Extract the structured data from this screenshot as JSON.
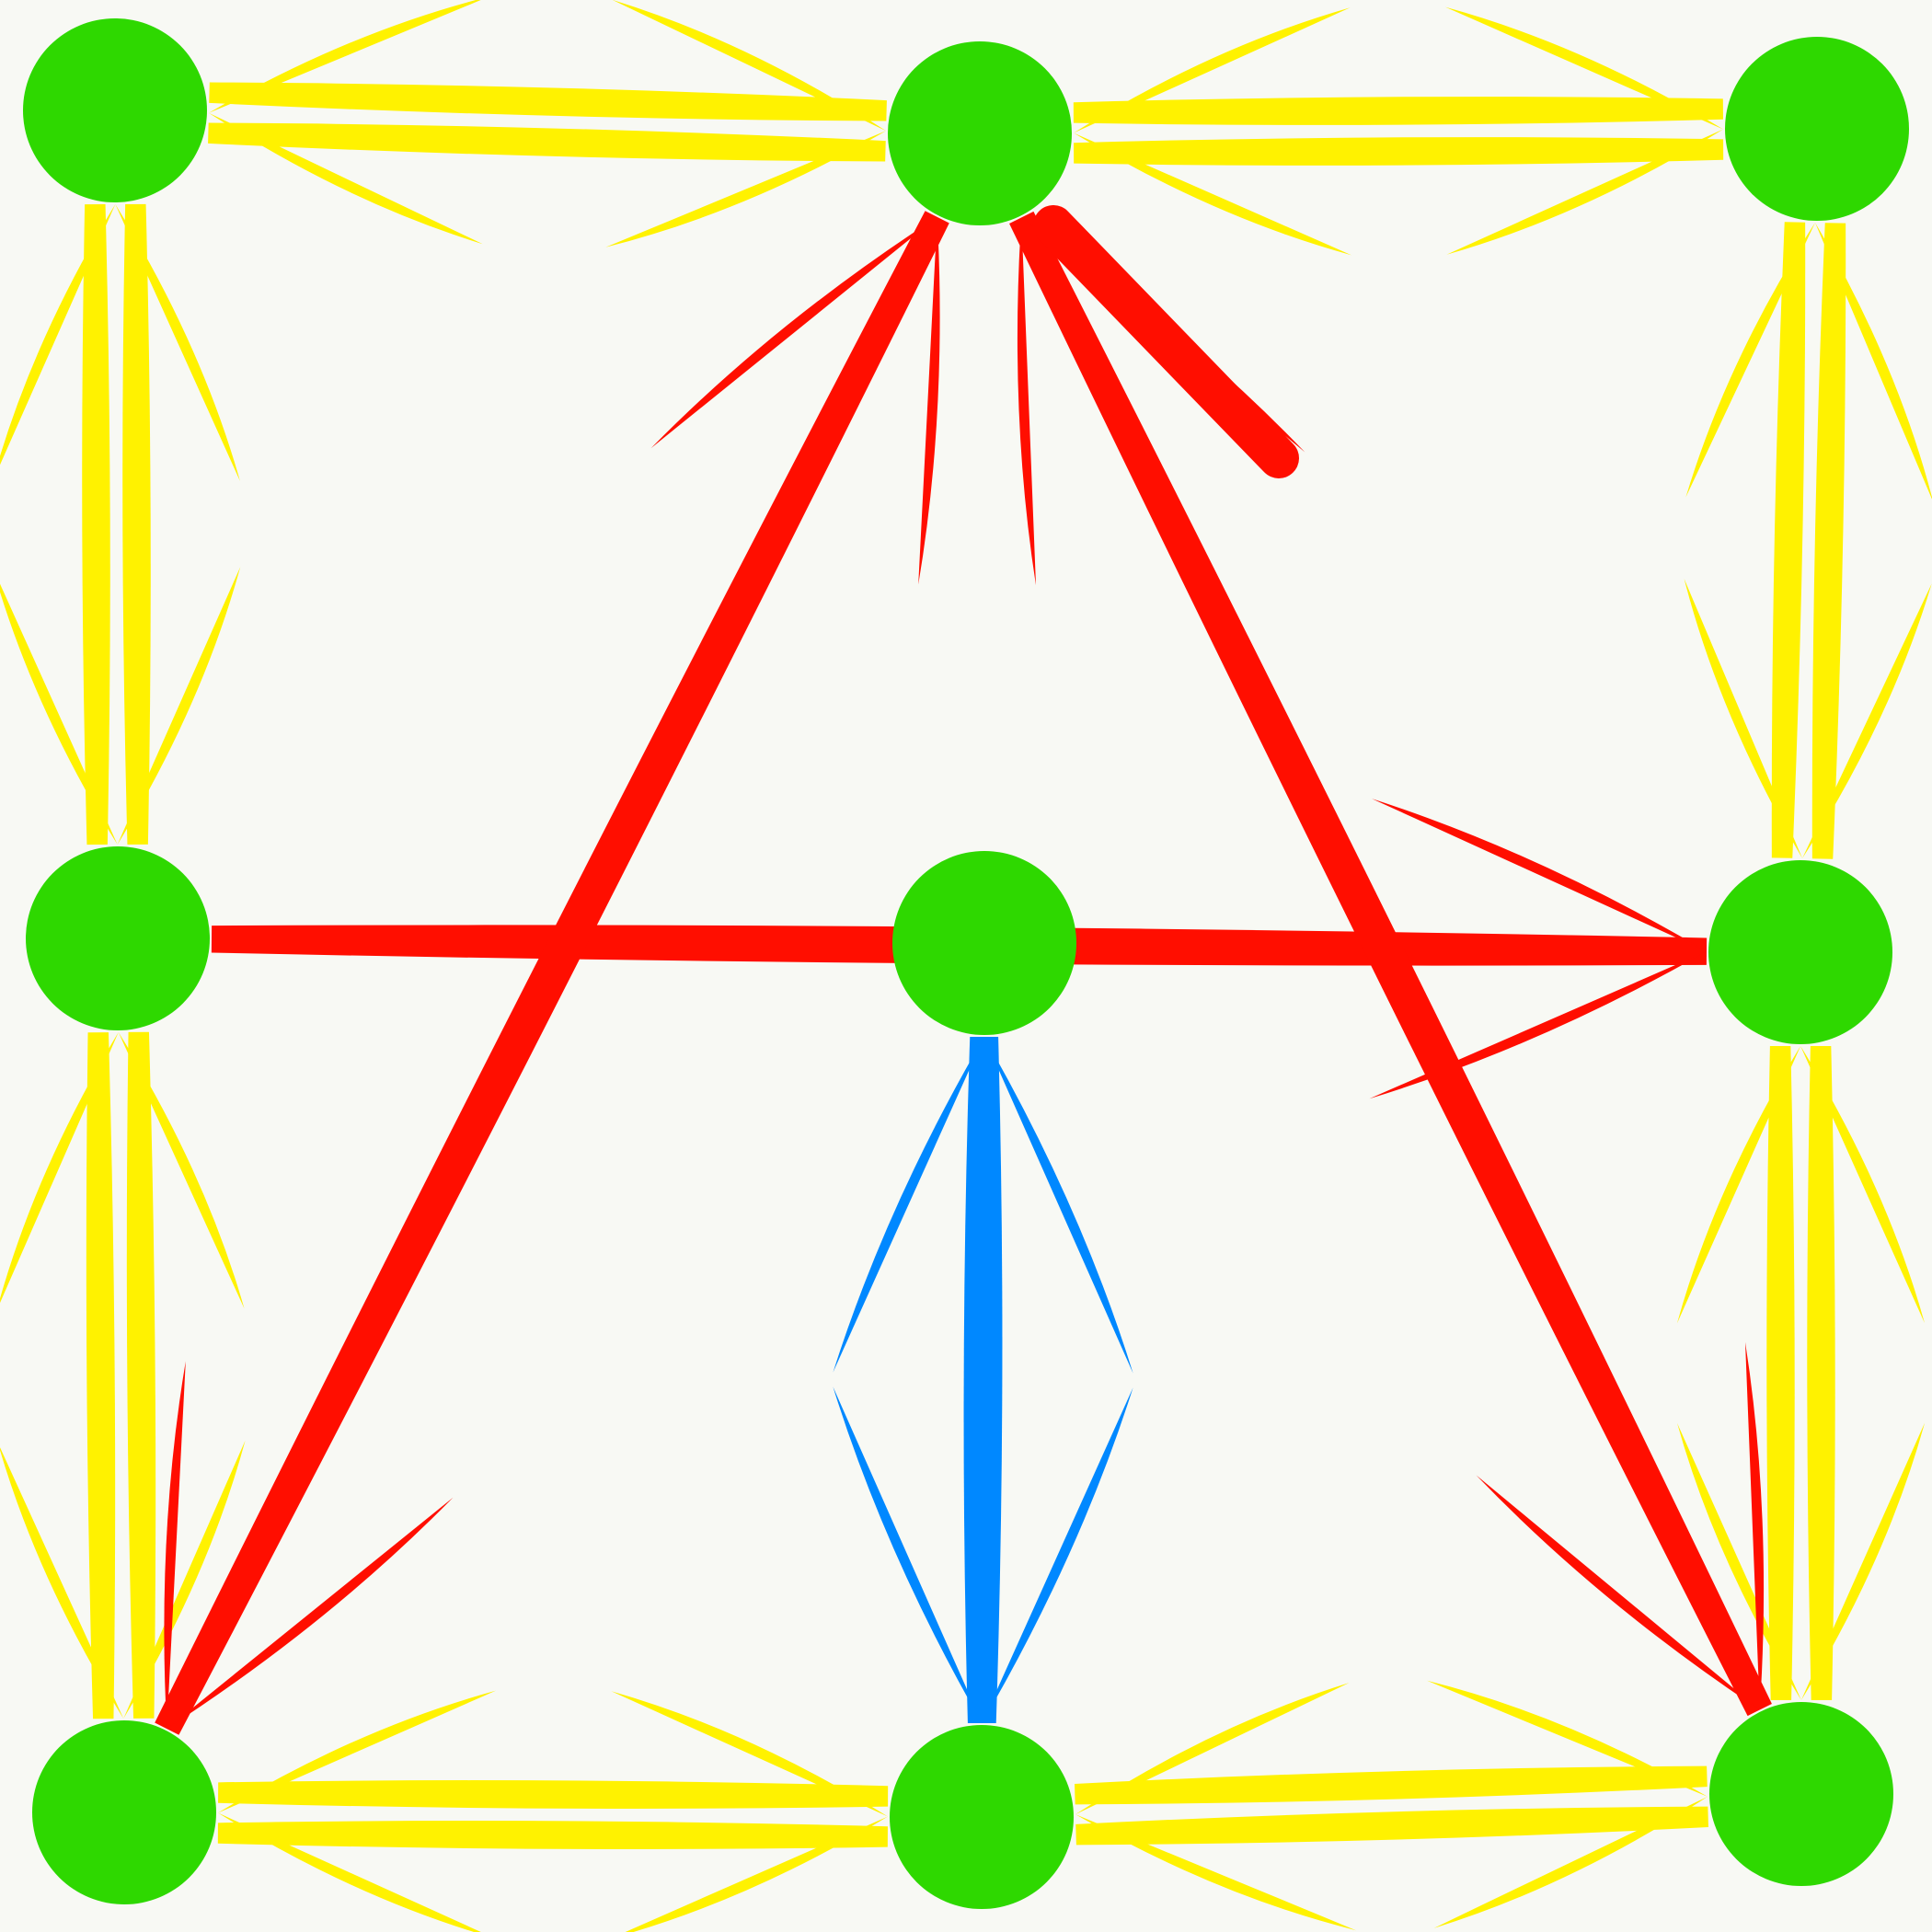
{
  "diagram": {
    "background": "#f8f9f4",
    "colors": {
      "node": "#2ed800",
      "yellow_edge": "#fff200",
      "red_edge": "#ff0e00",
      "blue_edge": "#0088ff"
    },
    "nodes": [
      {
        "id": "n1"
      },
      {
        "id": "n2"
      },
      {
        "id": "n3"
      },
      {
        "id": "n4"
      },
      {
        "id": "n5"
      },
      {
        "id": "n6"
      },
      {
        "id": "n7"
      },
      {
        "id": "n8"
      },
      {
        "id": "n9"
      }
    ],
    "edges": [
      {
        "id": "e1",
        "from": "n1",
        "to": "n2",
        "color": "yellow_edge",
        "kind": "double-arrow"
      },
      {
        "id": "e2",
        "from": "n2",
        "to": "n3",
        "color": "yellow_edge",
        "kind": "double-arrow"
      },
      {
        "id": "e3",
        "from": "n1",
        "to": "n4",
        "color": "yellow_edge",
        "kind": "double-arrow"
      },
      {
        "id": "e4",
        "from": "n3",
        "to": "n6",
        "color": "yellow_edge",
        "kind": "double-arrow"
      },
      {
        "id": "e5",
        "from": "n4",
        "to": "n7",
        "color": "yellow_edge",
        "kind": "double-arrow"
      },
      {
        "id": "e6",
        "from": "n6",
        "to": "n9",
        "color": "yellow_edge",
        "kind": "double-arrow"
      },
      {
        "id": "e7",
        "from": "n7",
        "to": "n8",
        "color": "yellow_edge",
        "kind": "double-arrow"
      },
      {
        "id": "e8",
        "from": "n8",
        "to": "n9",
        "color": "yellow_edge",
        "kind": "double-arrow"
      },
      {
        "id": "e9",
        "from": "n4",
        "to": "n6",
        "color": "red_edge",
        "kind": "arrow"
      },
      {
        "id": "e10",
        "from": "n2",
        "to": "n7",
        "color": "red_edge",
        "kind": "double-arrow"
      },
      {
        "id": "e11",
        "from": "n2",
        "to": "n9",
        "color": "red_edge",
        "kind": "double-arrow"
      },
      {
        "id": "e12",
        "from": "n5",
        "to": "n8",
        "color": "blue_edge",
        "kind": "double-arrow"
      }
    ]
  }
}
